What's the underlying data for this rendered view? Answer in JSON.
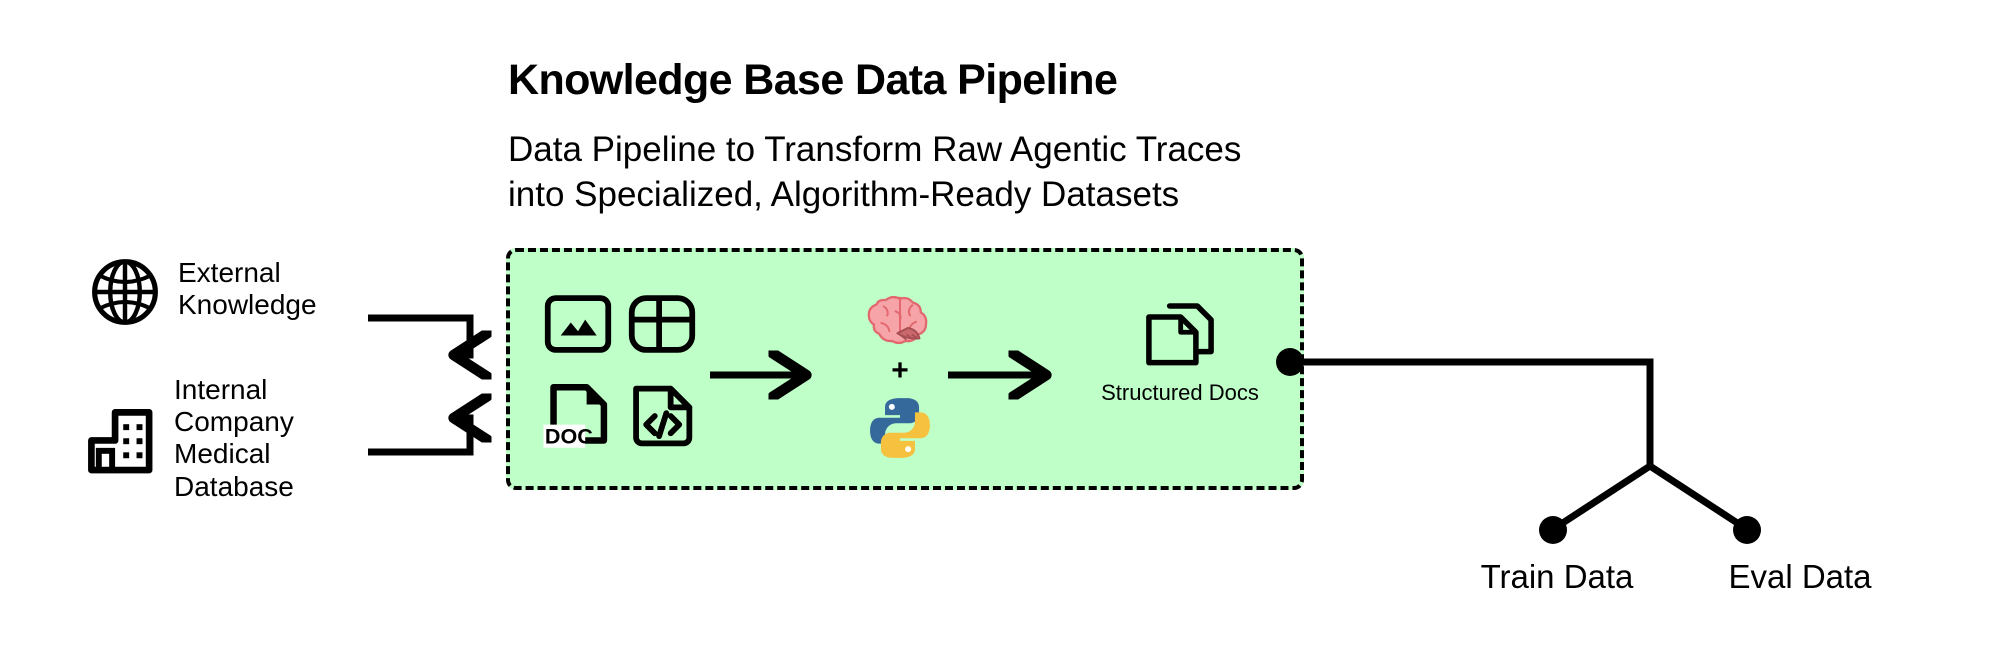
{
  "header": {
    "title": "Knowledge Base Data Pipeline",
    "subtitle_line1": "Data Pipeline to Transform Raw Agentic Traces",
    "subtitle_line2": "into Specialized, Algorithm-Ready Datasets"
  },
  "sources": [
    {
      "icon": "globe-icon",
      "label_line1": "External",
      "label_line2": "Knowledge",
      "label_line3": "",
      "label_line4": ""
    },
    {
      "icon": "office-building-icon",
      "label_line1": "Internal",
      "label_line2": "Company",
      "label_line3": "Medical",
      "label_line4": "Database"
    }
  ],
  "pipeline": {
    "fill_color": "#bfffc8",
    "border_color": "#000000",
    "border_style": "dashed",
    "input_formats": [
      {
        "icon": "image-file-icon",
        "label": ""
      },
      {
        "icon": "table-grid-icon",
        "label": ""
      },
      {
        "icon": "doc-file-icon",
        "label": "DOC"
      },
      {
        "icon": "code-file-icon",
        "label": ""
      }
    ],
    "transform": {
      "brain_icon": "brain-icon",
      "operator": "+",
      "python_icon": "python-logo-icon"
    },
    "output": {
      "icon": "structured-documents-icon",
      "label": "Structured Docs"
    }
  },
  "outputs": [
    {
      "label": "Train Data",
      "node_icon": "endpoint-dot"
    },
    {
      "label": "Eval Data",
      "node_icon": "endpoint-dot"
    }
  ]
}
